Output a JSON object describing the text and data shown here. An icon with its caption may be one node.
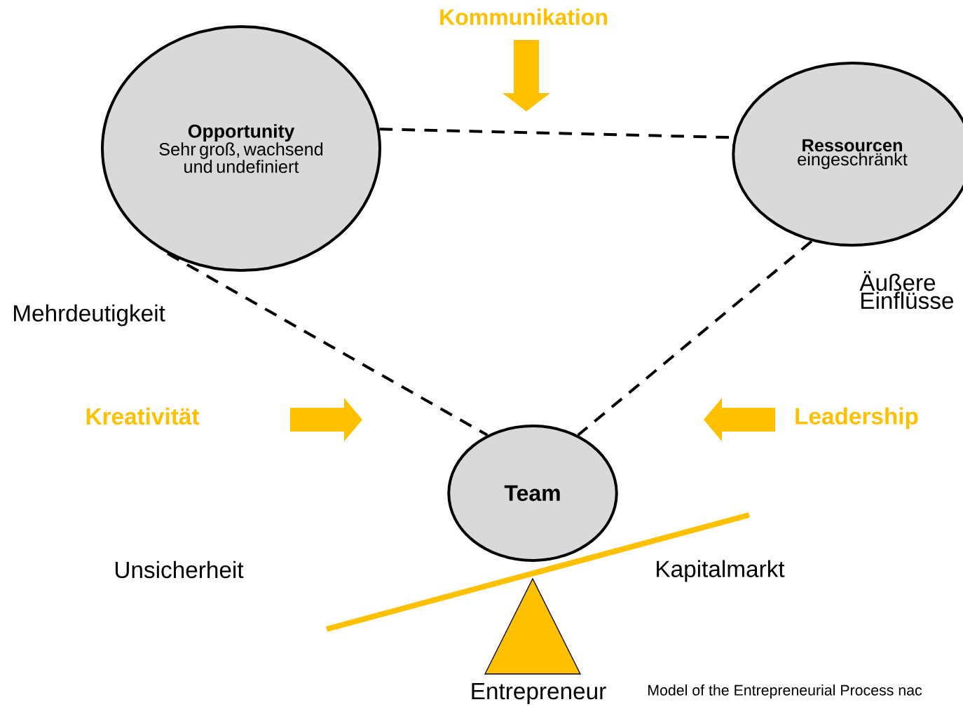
{
  "diagram": {
    "caption": "Model of the Entrepreneurial Process nac",
    "nodes": [
      {
        "text": [
          "Opportunity",
          "Sehr groß, wachsend und undefiniert"
        ]
      },
      {
        "text": [
          "Ressourcen",
          "eingeschränkt"
        ]
      },
      {
        "text": [
          "Team"
        ]
      }
    ],
    "edges": [
      {
        "from": 0,
        "to": 1,
        "arrow": "none",
        "style": "dashed"
      },
      {
        "from": 0,
        "to": 2,
        "arrow": "none",
        "style": "dashed"
      },
      {
        "from": 1,
        "to": 2,
        "arrow": "none",
        "style": "dashed"
      }
    ],
    "labels": [
      "Kommunikation",
      "Mehrdeutigkeit",
      "Äußere Einflüsse",
      "Kreativität",
      "Leadership",
      "Unsicherheit",
      "Kapitalmarkt",
      "Entrepreneur"
    ]
  }
}
